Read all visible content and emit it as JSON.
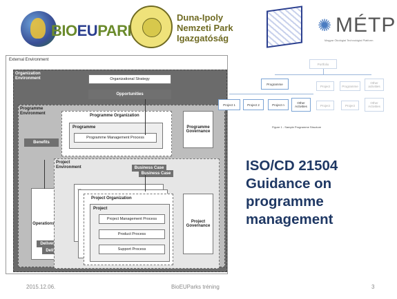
{
  "logos": {
    "bioeuparks": {
      "part1": "BIO",
      "part2": "EU",
      "part3": "PARKS"
    },
    "duna_ipoly": {
      "line1": "Duna-Ipoly",
      "line2": "Nemzeti Park",
      "line3": "Igazgatóság"
    },
    "metp": {
      "name": "MÉTP",
      "tagline": "Magyar Ökológiai Technológiai Platform"
    }
  },
  "diagram": {
    "external_env": "External Environment",
    "organization_env": "Organization Environment",
    "org_strategy": "Organizational Strategy",
    "opportunities": "Opportunities",
    "programme_env": "Programme Environment",
    "programme_organization": "Programme Organization",
    "programme": "Programme",
    "programme_mgmt_process": "Programme Management Process",
    "programme_governance": "Programme Governance",
    "benefits": "Benefits",
    "project_env": "Project Environment",
    "business_case_1": "Business Case",
    "business_case_2": "Business Case",
    "ellipsis": "...",
    "project_organization": "Project Organization",
    "project": "Project",
    "project_mgmt_process": "Project Management Process",
    "product_process": "Product Process",
    "support_process": "Support Process",
    "project_governance": "Project Governance",
    "operations": "Operations",
    "deliverables_1": "Deliverables",
    "deliverables_2": "Deliverables"
  },
  "figure": {
    "portfolio": "Portfolio",
    "programme": "Programme",
    "project1": "Project 1",
    "project2": "Project 2",
    "projectn": "Project n",
    "other": "Other Activities",
    "faded_project": "Project",
    "faded_programme": "Programme",
    "faded_other": "Other activities",
    "faded_project2": "Project",
    "faded_project3": "Project",
    "faded_other2": "Other Activities",
    "caption": "Figure 1 - Sample Programme Structure"
  },
  "title": {
    "line1": "ISO/CD 21504",
    "line2": "Guidance on",
    "line3": "programme",
    "line4": "management"
  },
  "footer": {
    "date": "2015.12.06.",
    "center": "BioEUParks tréning",
    "page": "3"
  },
  "colors": {
    "title": "#1f3864",
    "org_env": "#6b6b6b",
    "prog_env": "#bdbdbd"
  }
}
